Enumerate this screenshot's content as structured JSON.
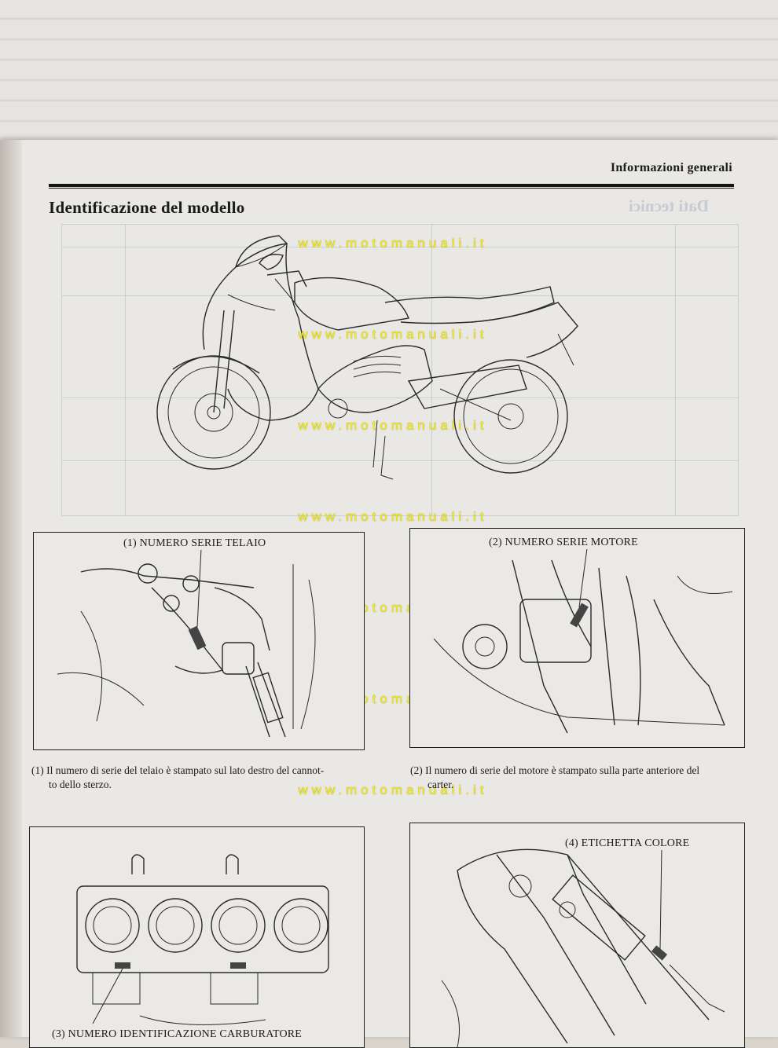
{
  "header": {
    "section": "Informazioni generali",
    "title": "Identificazione del modello",
    "mirrored_bleed_title": "Dati tecnici"
  },
  "watermark": {
    "text": "www.motomanuali.it"
  },
  "figures": {
    "frame_number": {
      "label": "(1) NUMERO SERIE TELAIO"
    },
    "engine_number": {
      "label": "(2) NUMERO SERIE MOTORE"
    },
    "color_label": {
      "label": "(4) ETICHETTA COLORE"
    },
    "carburetor_number": {
      "label": "(3) NUMERO IDENTIFICAZIONE CARBURATORE"
    }
  },
  "captions": {
    "frame": "(1) Il numero di serie del telaio è stampato sul lato destro del cannot-",
    "frame_cont": "to dello sterzo.",
    "engine": "(2) Il numero di serie del motore è stampato sulla parte anteriore del",
    "engine_cont": "carter."
  },
  "colors": {
    "ink": "#1c1c1c",
    "watermark": "#f5ef1a",
    "paper": "#eae8e4",
    "bleed_through": "#9aa9bd"
  }
}
